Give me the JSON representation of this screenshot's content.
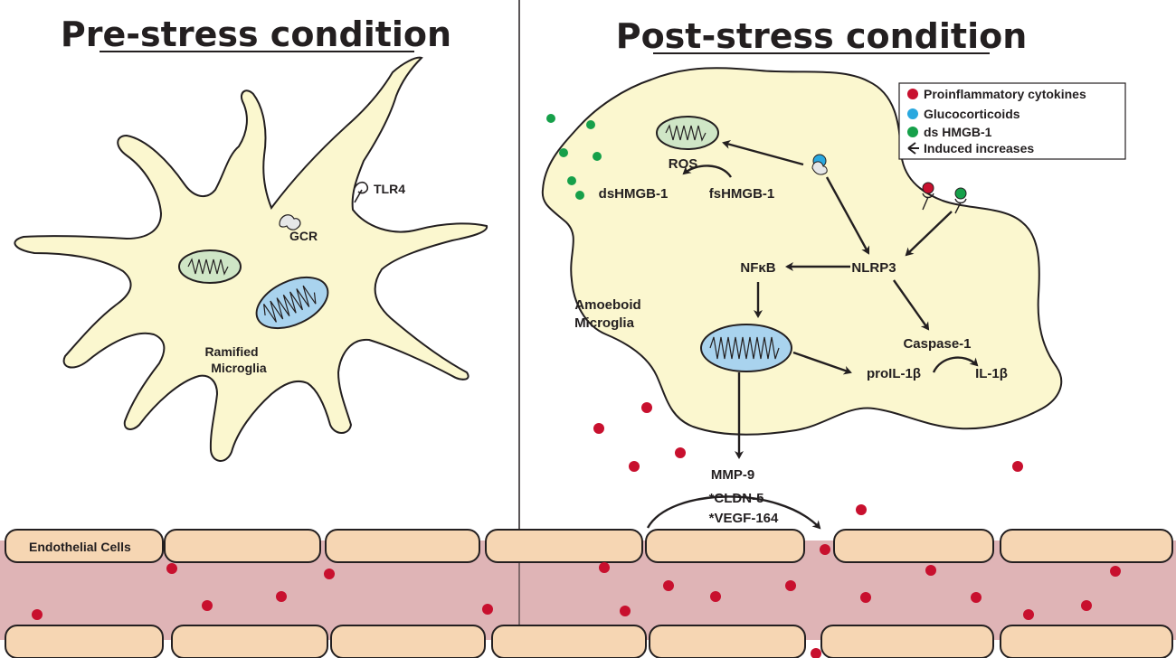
{
  "titles": {
    "pre": "Pre-stress condition",
    "post": "Post-stress condition"
  },
  "pre_cell": {
    "tlr4": "TLR4",
    "gcr": "GCR",
    "name_line1": "Ramified",
    "name_line2": "Microglia"
  },
  "post_cell": {
    "name_line1": "Amoeboid",
    "name_line2": "Microglia",
    "ros": "ROS",
    "dshmgb": "dsHMGB-1",
    "fshmgb": "fsHMGB-1",
    "nfkb": "NFκB",
    "nlrp3": "NLRP3",
    "caspase": "Caspase-1",
    "proil": "proIL-1β",
    "il1b": "IL-1β"
  },
  "mmp": {
    "mmp9": "MMP-9",
    "cldn5": "*CLDN-5",
    "vegf": "*VEGF-164"
  },
  "endothelial_label": "Endothelial Cells",
  "legend": {
    "items": [
      {
        "label": "Proinflammatory cytokines",
        "color": "#c8102e",
        "kind": "dot"
      },
      {
        "label": "Glucocorticoids",
        "color": "#29a8df",
        "kind": "dot"
      },
      {
        "label": "ds HMGB-1",
        "color": "#16a04a",
        "kind": "dot"
      },
      {
        "label": "Induced increases",
        "color": "#231f20",
        "kind": "arrow"
      }
    ]
  },
  "colors": {
    "cell_fill": "#fbf7cf",
    "vessel": "#dfb4b6",
    "endothelial": "#f6d6b3",
    "cytokine": "#c8102e",
    "glucocorticoid": "#29a8df",
    "hmgb": "#16a04a",
    "mito_green": "#cfe6c6",
    "mito_blue": "#a9d3ee"
  }
}
